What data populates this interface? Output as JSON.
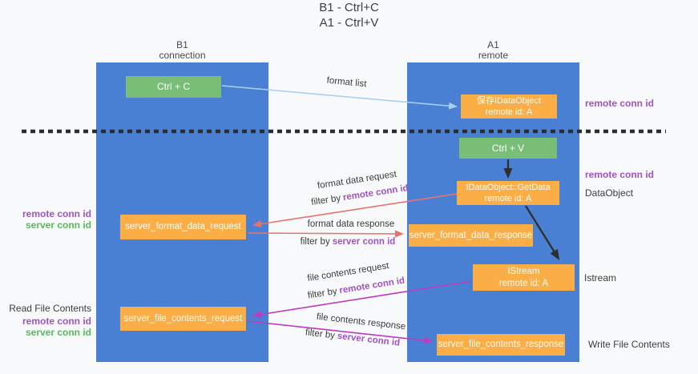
{
  "title": {
    "line1": "B1 - Ctrl+C",
    "line2": "A1 - Ctrl+V"
  },
  "columns": {
    "left": {
      "name": "B1",
      "role": "connection"
    },
    "right": {
      "name": "A1",
      "role": "remote"
    }
  },
  "nodes": {
    "ctrl_c": "Ctrl + C",
    "ctrl_v": "Ctrl + V",
    "save_dataobject": {
      "line1": "保存IDataObject",
      "line2": "remote id: A"
    },
    "getdata": {
      "line1": "IDataObject::GetData",
      "line2": "remote id: A"
    },
    "istream": {
      "line1": "IStream",
      "line2": "remote id: A"
    },
    "server_format_data_request": "server_format_data_request",
    "server_format_data_response": "server_format_data_response",
    "server_file_contents_request": "server_file_contents_request",
    "server_file_contents_response": "server_file_contents_response"
  },
  "arrow_labels": {
    "format_list": "format list",
    "format_data_request": "format data request",
    "format_data_response": "format data response",
    "file_contents_request": "file contents request",
    "file_contents_response": "file contents response",
    "filter_by": "filter by",
    "remote_conn_id": "remote conn id",
    "server_conn_id": "server conn id"
  },
  "side_labels": {
    "remote_conn_id": "remote conn id",
    "server_conn_id": "server conn id",
    "dataobject": "DataObject",
    "istream": "Istream",
    "read_file_contents": "Read File Contents",
    "write_file_contents": "Write File Contents"
  },
  "colors": {
    "column_blue": "#4a80d3",
    "node_green": "#79be76",
    "node_orange": "#fbae45",
    "arrow_light_blue": "#a8cff0",
    "arrow_red": "#e8736c",
    "arrow_magenta": "#be3abe",
    "arrow_black": "#2d2d2d",
    "remote_conn_id_text": "#a052c8",
    "server_conn_id_text": "#57bb57"
  }
}
